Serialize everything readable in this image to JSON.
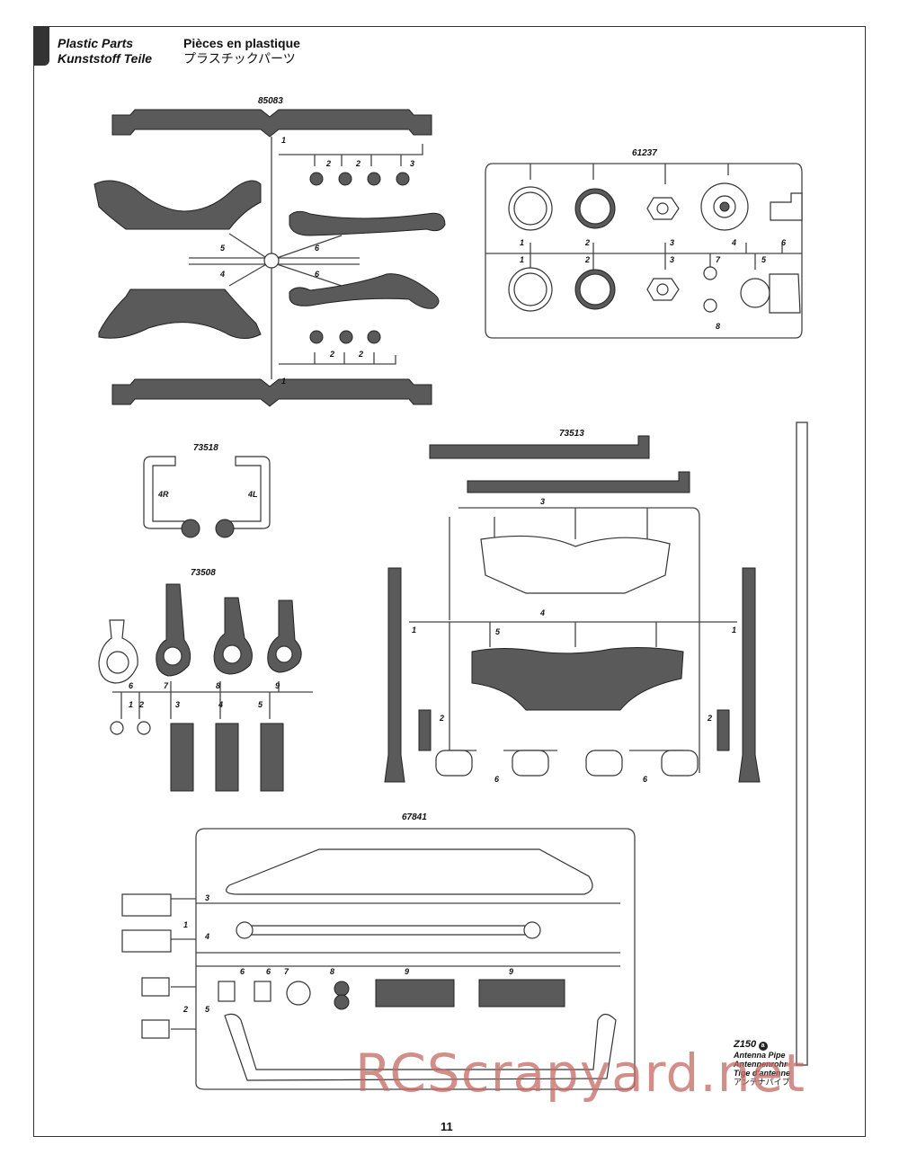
{
  "header": {
    "title_en": "Plastic Parts",
    "title_fr": "Pièces en plastique",
    "title_de": "Kunststoff Teile",
    "title_jp": "プラスチックパーツ"
  },
  "parts": {
    "p85083": "85083",
    "p61237": "61237",
    "p73518": "73518",
    "p73508": "73508",
    "p73513": "73513",
    "p67841": "67841"
  },
  "antenna": {
    "code": "Z150",
    "badge": "a",
    "en": "Antenna Pipe",
    "de": "Antennenrohr",
    "fr": "Tige d'antenne",
    "jp": "アンテナパイプ"
  },
  "page_number": "11",
  "watermark": "RCScrapyard.net",
  "colors": {
    "part_fill": "#5a5a5a",
    "watermark": "#c46a64"
  }
}
